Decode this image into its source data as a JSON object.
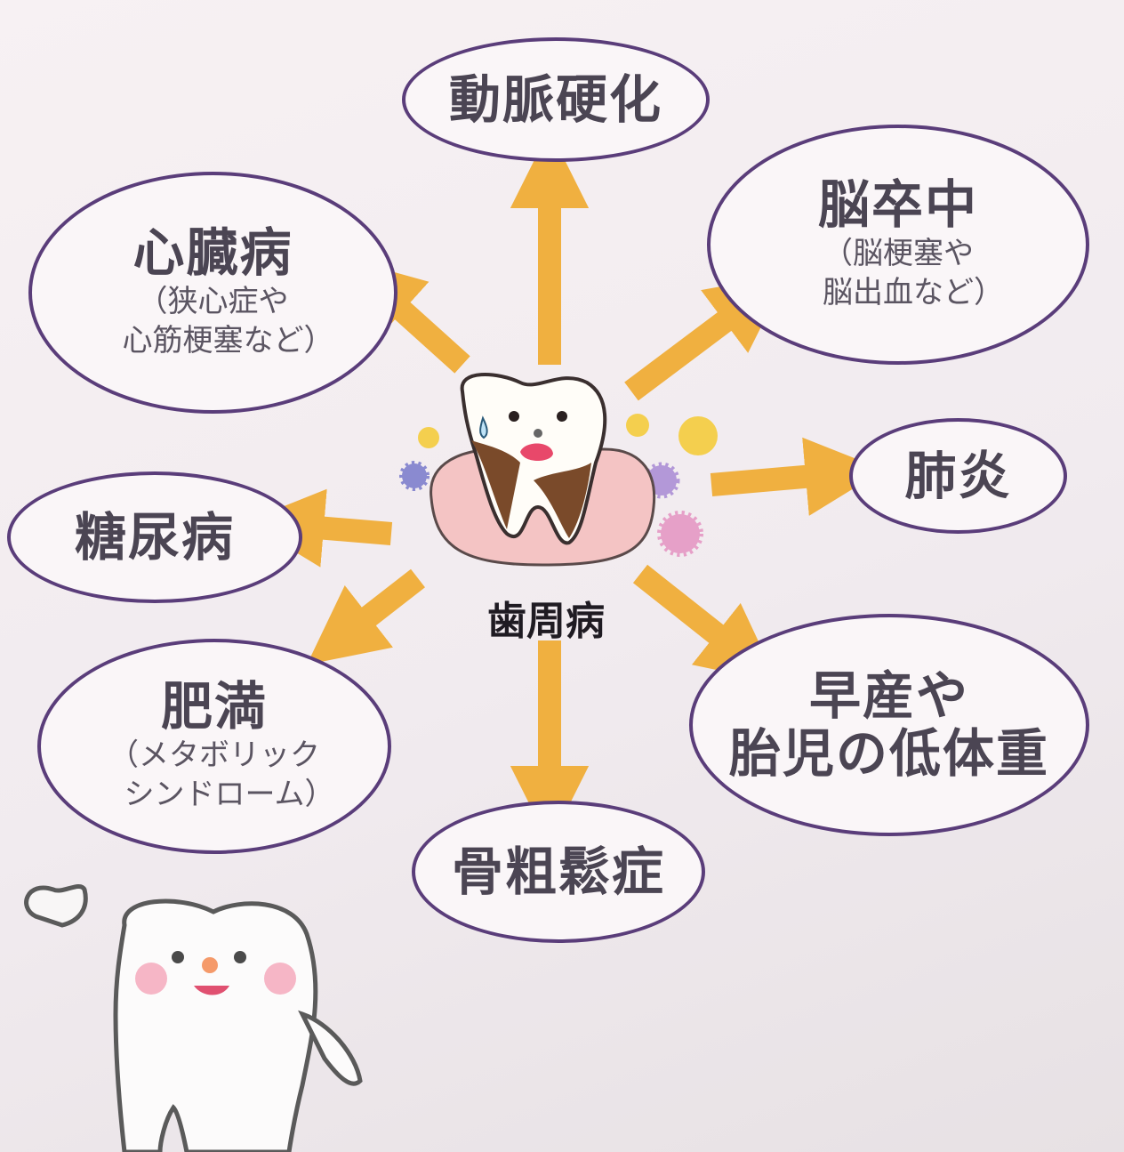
{
  "center": {
    "label": "歯周病"
  },
  "diseases": {
    "arteriosclerosis": {
      "title": "動脈硬化"
    },
    "stroke": {
      "title": "脳卒中",
      "sub": "（脳梗塞や\n　脳出血など）"
    },
    "heart": {
      "title": "心臓病",
      "sub": "（狭心症や\n　心筋梗塞など）"
    },
    "pneumonia": {
      "title": "肺炎"
    },
    "diabetes": {
      "title": "糖尿病"
    },
    "obesity": {
      "title": "肥満",
      "sub": "（メタボリック\n　シンドローム）"
    },
    "preterm": {
      "title": "早産や\n胎児の低体重"
    },
    "osteoporosis": {
      "title": "骨粗鬆症"
    }
  },
  "colors": {
    "arrow": "#f0b040",
    "outline": "#5a3d7a",
    "gum": "#f4c4c4",
    "plaque": "#7a4a2a"
  }
}
